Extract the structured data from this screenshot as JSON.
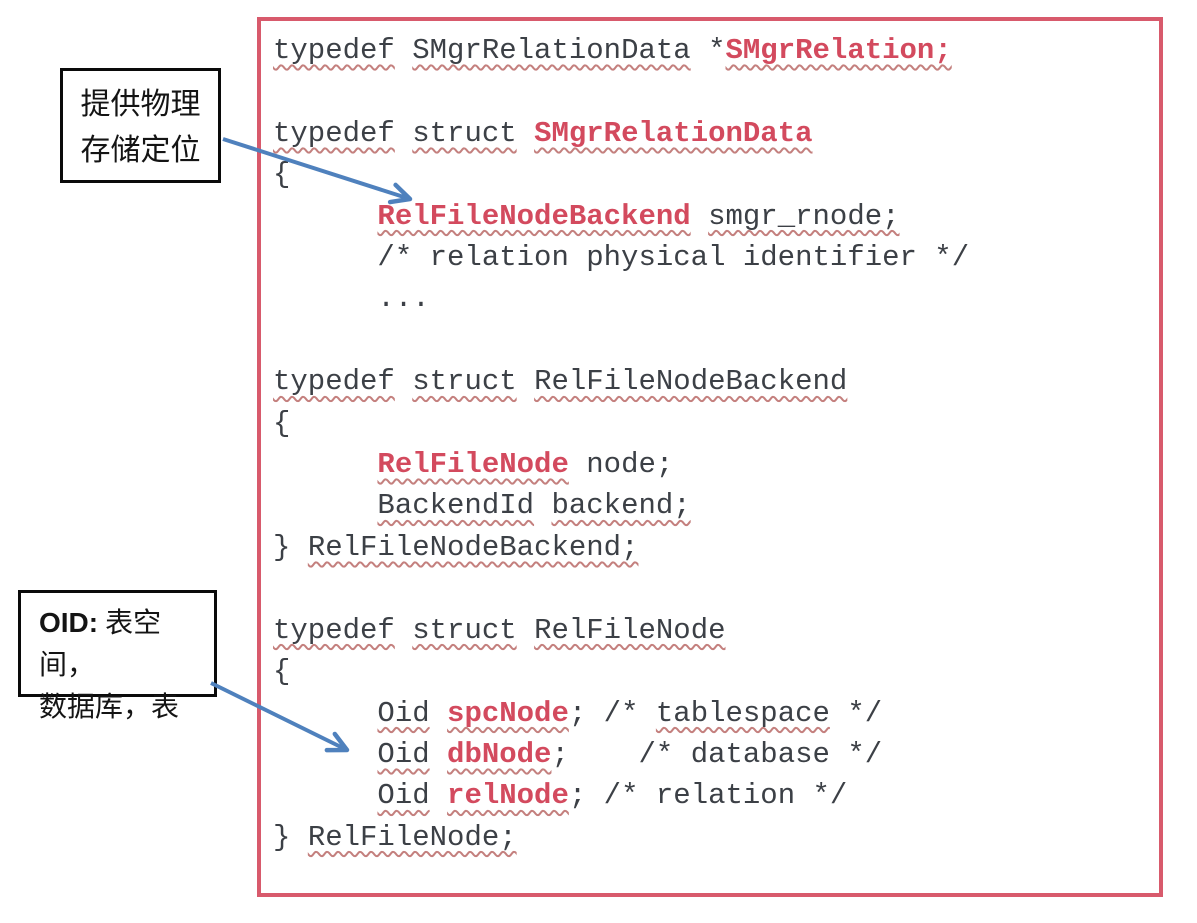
{
  "callouts": [
    {
      "id": "physical-storage",
      "lines": [
        "提供物理",
        "存储定位"
      ]
    },
    {
      "id": "oid",
      "prefix": "OID:",
      "line1_rest": " 表空间，",
      "line2": "数据库，表"
    }
  ],
  "code": {
    "lines": [
      [
        {
          "t": "typedef",
          "w": 1
        },
        {
          "t": " "
        },
        {
          "t": "SMgrRelationData",
          "w": 1
        },
        {
          "t": " *"
        },
        {
          "t": "SMgrRelation;",
          "b": 1,
          "w": 1
        }
      ],
      [],
      [
        {
          "t": "typedef",
          "w": 1
        },
        {
          "t": " "
        },
        {
          "t": "struct",
          "w": 1
        },
        {
          "t": " "
        },
        {
          "t": "SMgrRelationData",
          "b": 1,
          "w": 1
        }
      ],
      [
        {
          "t": "{"
        }
      ],
      [
        {
          "t": "      "
        },
        {
          "t": "RelFileNodeBackend",
          "b": 1,
          "w": 1
        },
        {
          "t": " "
        },
        {
          "t": "smgr_rnode;",
          "w": 1
        }
      ],
      [
        {
          "t": "      /* relation physical identifier */"
        }
      ],
      [
        {
          "t": "      ..."
        }
      ],
      [],
      [
        {
          "t": "typedef",
          "w": 1
        },
        {
          "t": " "
        },
        {
          "t": "struct",
          "w": 1
        },
        {
          "t": " "
        },
        {
          "t": "RelFileNodeBackend",
          "w": 1
        }
      ],
      [
        {
          "t": "{"
        }
      ],
      [
        {
          "t": "      "
        },
        {
          "t": "RelFileNode",
          "b": 1,
          "w": 1
        },
        {
          "t": " node;"
        }
      ],
      [
        {
          "t": "      "
        },
        {
          "t": "BackendId",
          "w": 1
        },
        {
          "t": " "
        },
        {
          "t": "backend;",
          "w": 1
        }
      ],
      [
        {
          "t": "} "
        },
        {
          "t": "RelFileNodeBackend;",
          "w": 1
        }
      ],
      [],
      [
        {
          "t": "typedef",
          "w": 1
        },
        {
          "t": " "
        },
        {
          "t": "struct",
          "w": 1
        },
        {
          "t": " "
        },
        {
          "t": "RelFileNode",
          "w": 1
        }
      ],
      [
        {
          "t": "{"
        }
      ],
      [
        {
          "t": "      "
        },
        {
          "t": "Oid",
          "w": 1
        },
        {
          "t": " "
        },
        {
          "t": "spcNode",
          "b": 1,
          "w": 1
        },
        {
          "t": "; /* "
        },
        {
          "t": "tablespace",
          "w": 1
        },
        {
          "t": " */"
        }
      ],
      [
        {
          "t": "      "
        },
        {
          "t": "Oid",
          "w": 1
        },
        {
          "t": " "
        },
        {
          "t": "dbNode",
          "b": 1,
          "w": 1
        },
        {
          "t": ";    /* database */"
        }
      ],
      [
        {
          "t": "      "
        },
        {
          "t": "Oid",
          "w": 1
        },
        {
          "t": " "
        },
        {
          "t": "relNode",
          "b": 1,
          "w": 1
        },
        {
          "t": "; /* relation */"
        }
      ],
      [
        {
          "t": "} "
        },
        {
          "t": "RelFileNode;",
          "w": 1
        }
      ]
    ]
  },
  "colors": {
    "box_border_red": "#d85a6c",
    "keyword_red": "#d34a5e",
    "code_text": "#3c4046",
    "squiggle_red": "#c4807e",
    "arrow_blue": "#4f81bd",
    "note_border": "#0a0a0a"
  }
}
